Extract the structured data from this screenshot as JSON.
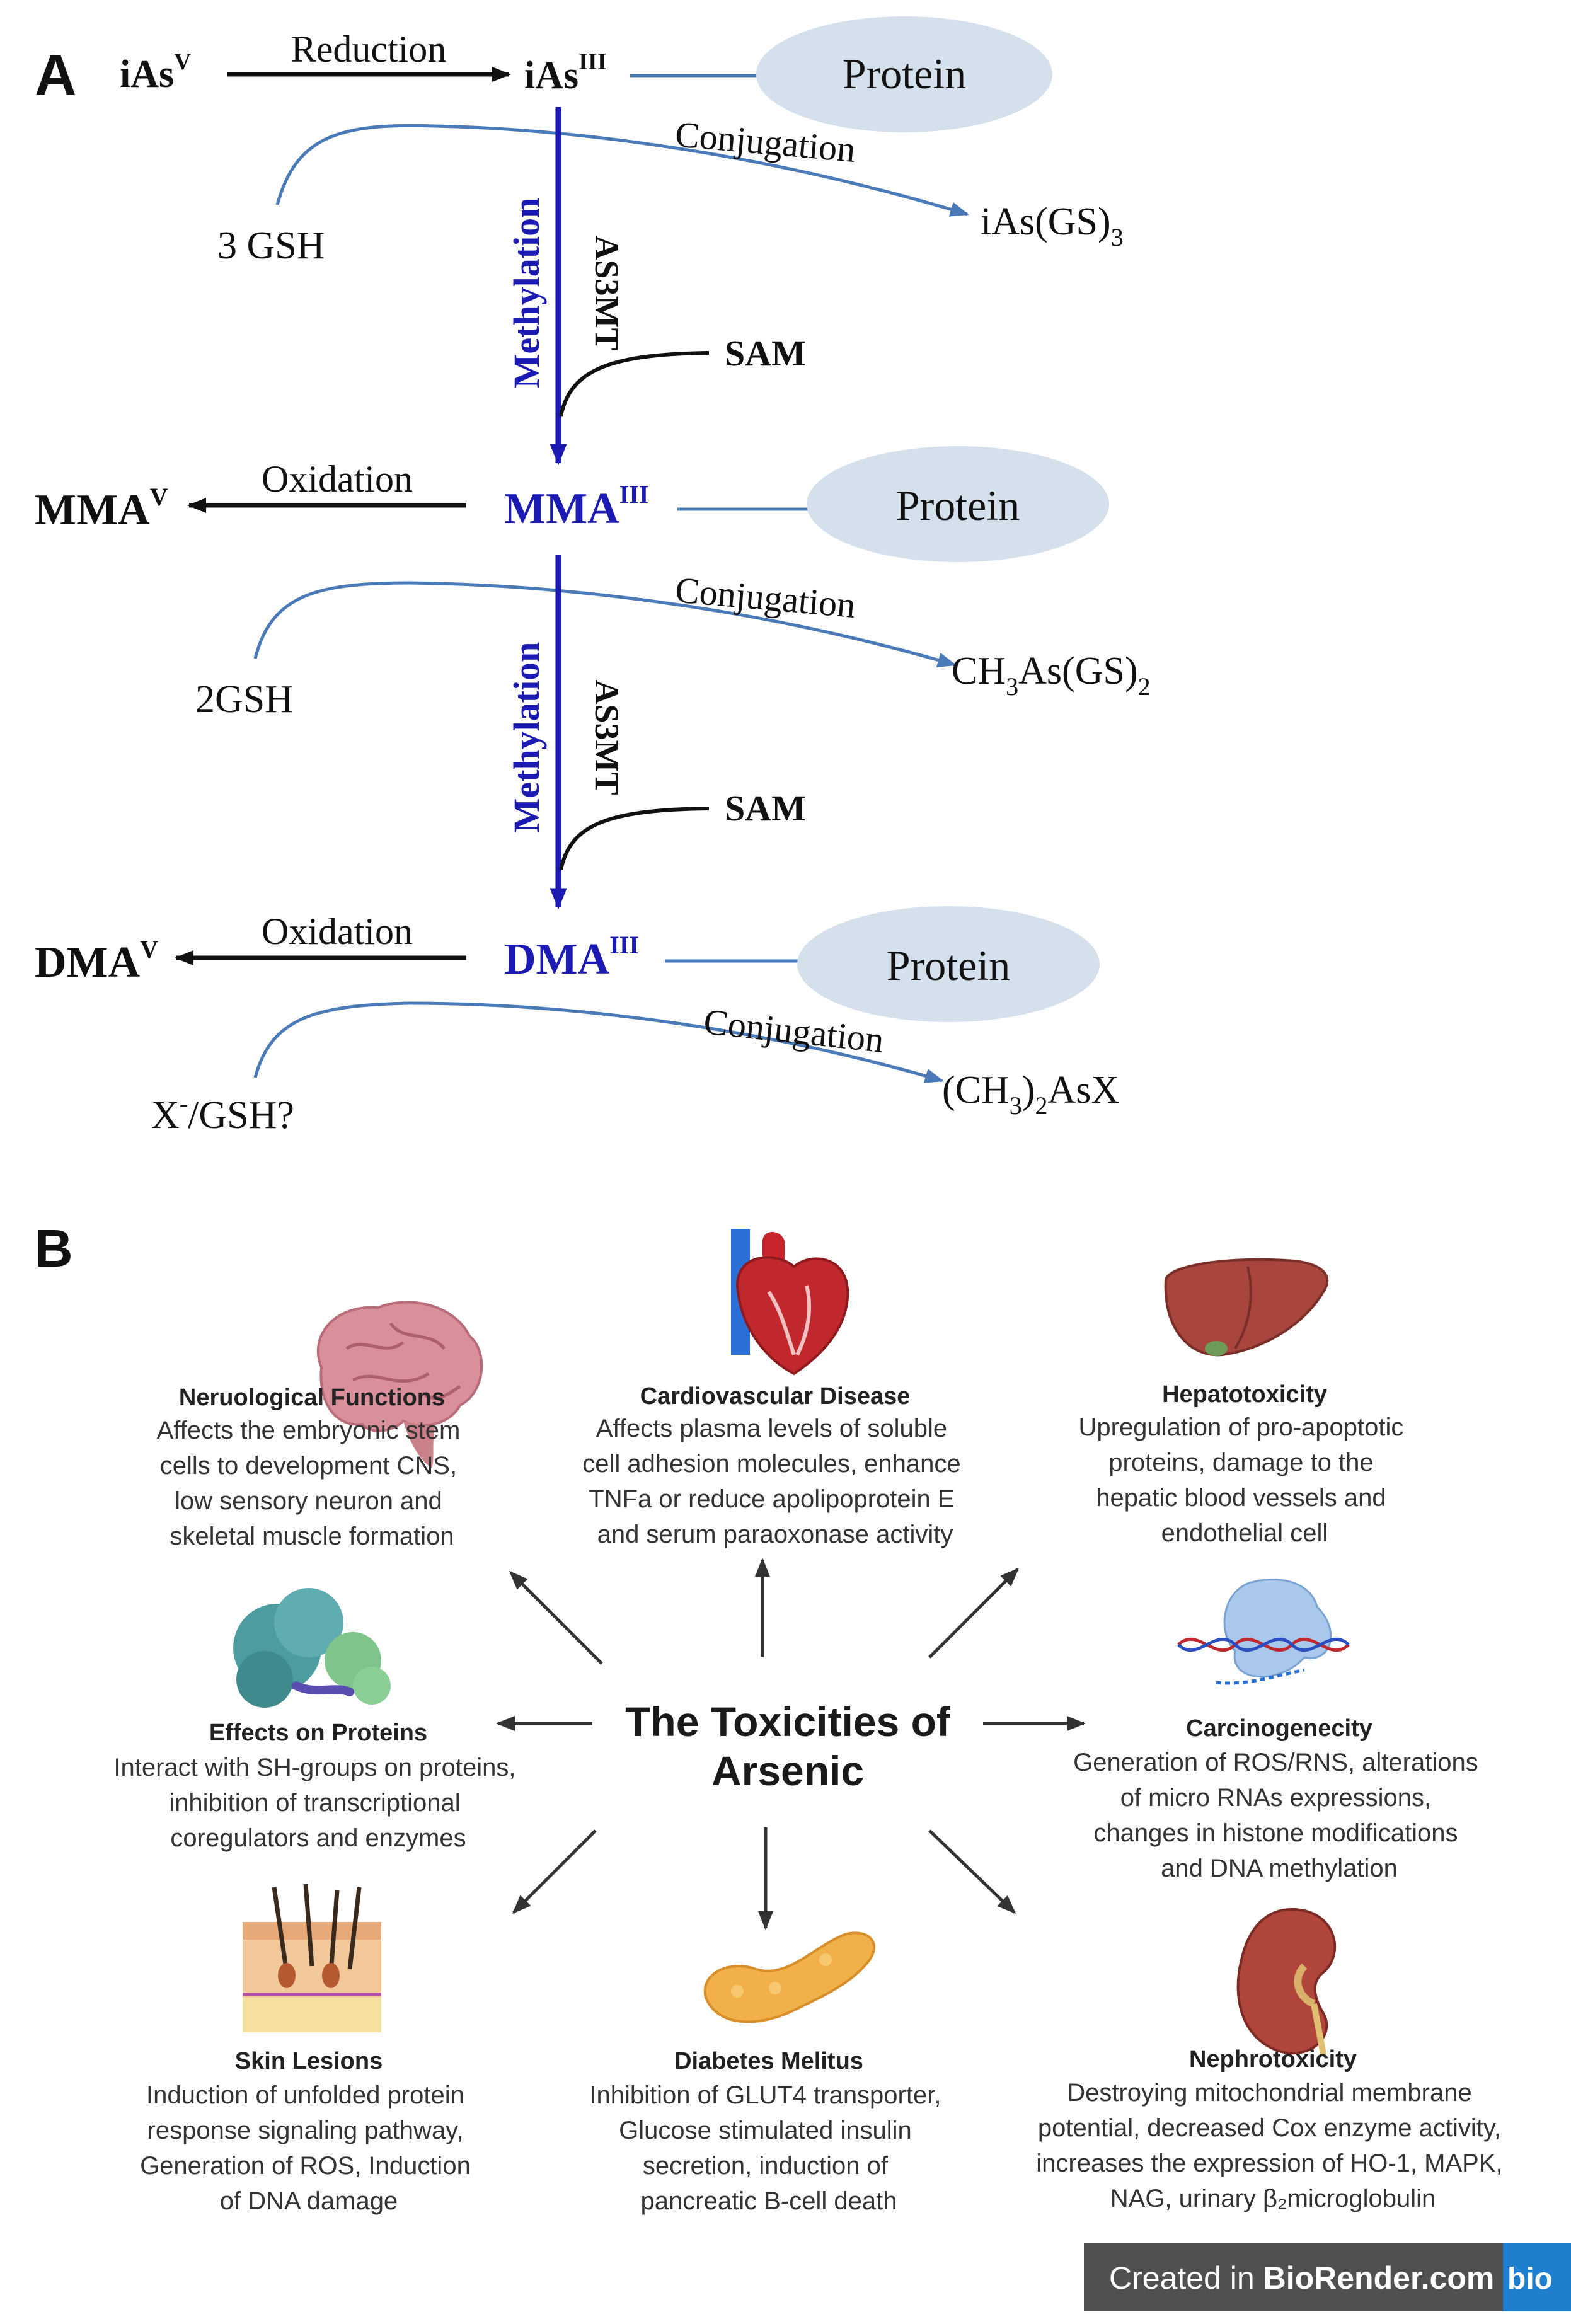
{
  "panel_a": {
    "label": "A",
    "species": {
      "iAsV": {
        "base": "iAs",
        "sup": "V"
      },
      "iAsIII": {
        "base": "iAs",
        "sup": "III"
      },
      "MMAIII": {
        "base": "MMA",
        "sup": "III"
      },
      "MMAV": {
        "base": "MMA",
        "sup": "V"
      },
      "DMAIII": {
        "base": "DMA",
        "sup": "III"
      },
      "DMAV": {
        "base": "DMA",
        "sup": "V"
      }
    },
    "reduction": "Reduction",
    "oxidation_1": "Oxidation",
    "oxidation_2": "Oxidation",
    "protein_1": "Protein",
    "protein_2": "Protein",
    "protein_3": "Protein",
    "conjugation_1": "Conjugation",
    "conjugation_2": "Conjugation",
    "conjugation_3": "Conjugation",
    "gsh_1": "3 GSH",
    "gsh_2": "2GSH",
    "gsh_3": {
      "pre": "X",
      "sup": "-",
      "post": "/GSH?"
    },
    "methylation_1": "Methylation",
    "methylation_2": "Methylation",
    "enzyme_1": "AS3MT",
    "enzyme_2": "AS3MT",
    "sam_1": "SAM",
    "sam_2": "SAM",
    "product_1": {
      "a": "iAs(GS)",
      "sub": "3"
    },
    "product_2": {
      "a": "CH",
      "sub1": "3",
      "b": "As(GS)",
      "sub2": "2"
    },
    "product_3": {
      "a": "(CH",
      "sub": "3",
      "b": ")",
      "sub2": "2",
      "c": "AsX"
    }
  },
  "panel_b": {
    "label": "B",
    "center_title": [
      "The Toxicities of",
      "Arsenic"
    ],
    "cards": {
      "neuro": {
        "title": "Neruological Functions",
        "lines": [
          "Affects the embryonic stem",
          "cells to development CNS,",
          "low sensory neuron and",
          "skeletal muscle formation"
        ]
      },
      "cardio": {
        "title": "Cardiovascular Disease",
        "lines": [
          "Affects plasma levels of soluble",
          "cell adhesion molecules, enhance",
          "TNFa or reduce apolipoprotein E",
          "and serum paraoxonase activity"
        ]
      },
      "hepato": {
        "title": "Hepatotoxicity",
        "lines": [
          "Upregulation of pro-apoptotic",
          "proteins, damage to the",
          "hepatic blood vessels and",
          "endothelial cell"
        ]
      },
      "proteins": {
        "title": "Effects on Proteins",
        "lines": [
          "Interact with SH-groups on proteins,",
          "inhibition of transcriptional",
          "coregulators and enzymes"
        ]
      },
      "carcino": {
        "title": "Carcinogenecity",
        "lines": [
          "Generation of ROS/RNS, alterations",
          "of micro RNAs expressions,",
          "changes in histone modifications",
          "and DNA methylation"
        ]
      },
      "skin": {
        "title": "Skin Lesions",
        "lines": [
          "Induction of unfolded protein",
          "response signaling pathway,",
          "Generation of ROS, Induction",
          "of DNA damage"
        ]
      },
      "diabetes": {
        "title": "Diabetes Melitus",
        "lines": [
          "Inhibition of GLUT4 transporter,",
          "Glucose stimulated insulin",
          "secretion, induction of",
          "pancreatic B-cell death"
        ]
      },
      "nephro": {
        "title": "Nephrotoxicity",
        "lines": [
          "Destroying mitochondrial membrane",
          "potential, decreased Cox enzyme activity,",
          "increases the expression of HO-1, MAPK,",
          "NAG, urinary β₂microglobulin"
        ]
      }
    },
    "badge": {
      "prefix": "Created in ",
      "brand": "BioRender.com",
      "logo": "bio"
    }
  },
  "icons": [
    "brain-icon",
    "heart-icon",
    "liver-icon",
    "protein-icon",
    "dna-icon",
    "skin-icon",
    "pancreas-icon",
    "kidney-icon"
  ],
  "colors": {
    "methylation_blue": "#1b1bb4",
    "conjugation_blue": "#4a7ab8",
    "protein_fill": "#d4e0ec",
    "badge_bg": "#505050"
  }
}
